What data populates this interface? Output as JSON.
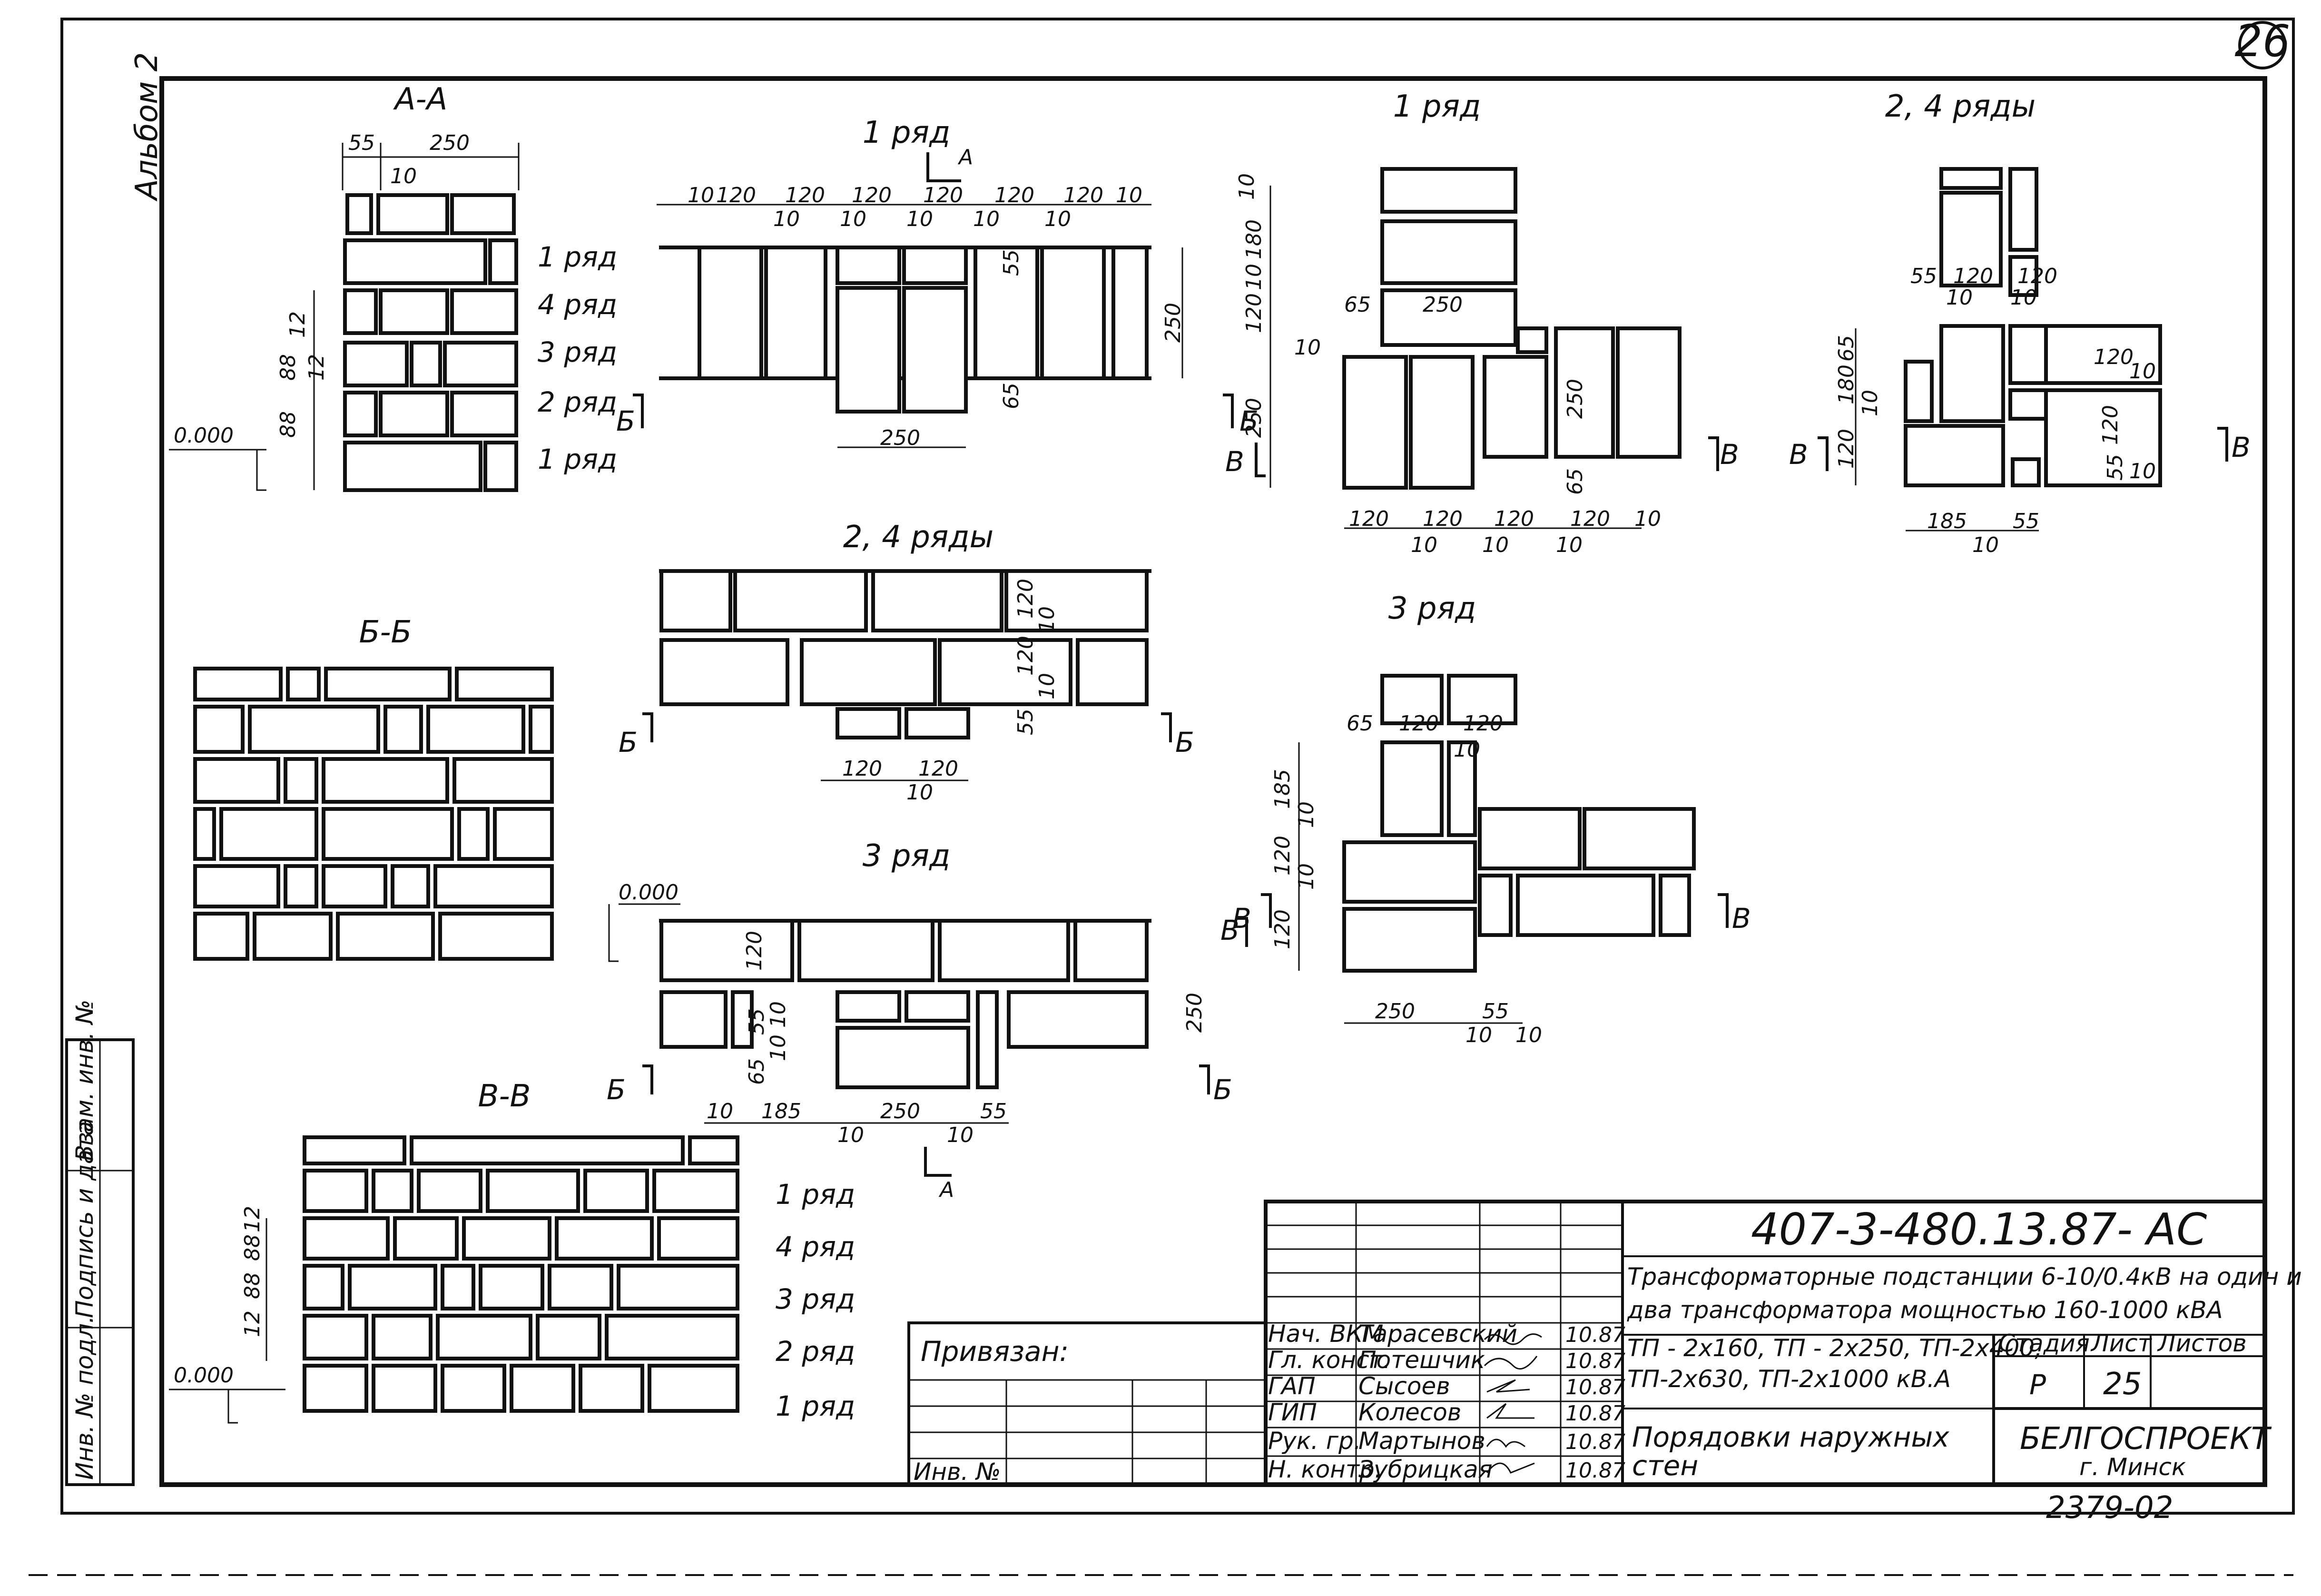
{
  "sheet": {
    "number": "26",
    "side_label": "Альбом 2",
    "side_stamps": [
      "Взам. инв. №",
      "Подпись и дата",
      "Инв. № подл."
    ]
  },
  "views": {
    "aa": {
      "title": "А-А",
      "rows": [
        "1 ряд",
        "4 ряд",
        "3 ряд",
        "2 ряд",
        "1 ряд"
      ],
      "dims": [
        "55",
        "250",
        "10",
        "88",
        "88",
        "12",
        "12"
      ],
      "zero": "0.000",
      "section_mark": "Б"
    },
    "row1_left": {
      "title": "1 ряд",
      "cut_a": "А",
      "top_dims": [
        "10",
        "120",
        "120",
        "120",
        "120",
        "120",
        "120",
        "10"
      ],
      "gap_dims": [
        "10",
        "10",
        "10",
        "10",
        "10"
      ],
      "bottom_dim": "250",
      "side_dims": [
        "250",
        "55",
        "65"
      ],
      "marks": [
        "Б",
        "Б"
      ]
    },
    "row1_right": {
      "title": "1 ряд",
      "side_dims": [
        "10",
        "180",
        "10",
        "120",
        "10",
        "250"
      ],
      "inner_dims": [
        "65",
        "250",
        "250",
        "65"
      ],
      "bottom_dims": [
        "120",
        "120",
        "120",
        "120",
        "10",
        "10",
        "10",
        "10",
        "10"
      ],
      "marks": [
        "В",
        "В"
      ]
    },
    "row24_right": {
      "title": "2, 4 ряды",
      "dims": [
        "55",
        "120",
        "120",
        "10",
        "10",
        "65",
        "180",
        "10",
        "120",
        "120",
        "10",
        "120",
        "55",
        "10"
      ],
      "bottom_dims": [
        "185",
        "55",
        "10"
      ],
      "marks": [
        "В",
        "В"
      ]
    },
    "bb": {
      "title": "Б-Б"
    },
    "row24_mid": {
      "title": "2, 4 ряды",
      "dims": [
        "120",
        "10",
        "120",
        "10",
        "55",
        "120",
        "120",
        "10"
      ],
      "marks": [
        "Б",
        "Б"
      ]
    },
    "row3_mid": {
      "title": "3 ряд",
      "zero": "0.000",
      "dims": [
        "120",
        "250",
        "55",
        "10",
        "65",
        "10"
      ],
      "bottom_dims": [
        "10",
        "185",
        "250",
        "55",
        "10",
        "10"
      ],
      "marks": [
        "В",
        "Б",
        "Б"
      ],
      "cut_a": "А"
    },
    "row3_right": {
      "title": "3 ряд",
      "dims": [
        "65",
        "120",
        "120",
        "10",
        "185",
        "10",
        "120",
        "10",
        "120"
      ],
      "bottom_dims": [
        "250",
        "55",
        "10",
        "10"
      ],
      "marks": [
        "В",
        "В"
      ]
    },
    "vv": {
      "title": "В-В",
      "rows": [
        "1 ряд",
        "4 ряд",
        "3 ряд",
        "2 ряд",
        "1 ряд"
      ],
      "dims": [
        "12",
        "88",
        "88",
        "12"
      ],
      "zero": "0.000"
    }
  },
  "title_block": {
    "doc_code": "407-3-480.13.87- АС",
    "project_line1": "Трансформаторные подстанции 6-10/0.4кВ на один и",
    "project_line2": "два трансформатора мощностью 160-1000 кВА",
    "variants_line1": "ТП - 2х160, ТП - 2х250, ТП-2х400,",
    "variants_line2": "ТП-2х630, ТП-2х1000 кВ.А",
    "sheet_name_line1": "Порядовки наружных",
    "sheet_name_line2": "стен",
    "stage_label": "Стадия",
    "sheet_label": "Лист",
    "sheets_label": "Листов",
    "stage": "Р",
    "sheet_no": "25",
    "org": "БЕЛГОСПРОЕКТ",
    "city": "г. Минск",
    "number_below": "2379-02",
    "tied_label": "Привязан:",
    "inv_label": "Инв. №",
    "people": [
      {
        "role": "Нач. ВКМ",
        "name": "Тарасевский",
        "date": "10.87"
      },
      {
        "role": "Гл. конст.",
        "name": "Потешчик",
        "date": "10.87"
      },
      {
        "role": "ГАП",
        "name": "Сысоев",
        "date": "10.87"
      },
      {
        "role": "ГИП",
        "name": "Колесов",
        "date": "10.87"
      },
      {
        "role": "Рук. гр.",
        "name": "Мартынов",
        "date": "10.87"
      },
      {
        "role": "Н. контр.",
        "name": "Зубрицкая",
        "date": "10.87"
      }
    ]
  }
}
